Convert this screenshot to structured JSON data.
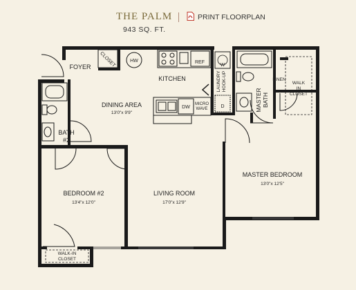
{
  "header": {
    "title": "THE PALM",
    "print_label": "PRINT FLOORPLAN",
    "sqft": "943 SQ. FT."
  },
  "rooms": {
    "foyer": "FOYER",
    "closet": "CLOSET",
    "kitchen": "KITCHEN",
    "dining": {
      "name": "DINING AREA",
      "dims": "13'0\"x 9'9\""
    },
    "bath2": {
      "line1": "BATH",
      "line2": "#2"
    },
    "bedroom2": {
      "name": "BEDROOM #2",
      "dims": "13'4\"x 12'0\""
    },
    "living": {
      "name": "LIVING ROOM",
      "dims": "17'0\"x 12'9\""
    },
    "master": {
      "name": "MASTER BEDROOM",
      "dims": "13'0\"x 12'5\""
    },
    "master_bath": {
      "line1": "MASTER",
      "line2": "BATH"
    },
    "linen": "LINEN",
    "walkin_master": {
      "line1": "WALK",
      "line2": "IN",
      "line3": "CLOSET"
    },
    "walkin_bed2": {
      "line1": "WALK-IN",
      "line2": "CLOSET"
    },
    "laundry": {
      "line1": "LAUNDRY",
      "line2": "HOOK-UP"
    }
  },
  "fixtures": {
    "hw": "HW",
    "ref": "REF",
    "dw": "DW",
    "micro": {
      "line1": "MICRO",
      "line2": "WAVE"
    },
    "washer": "W",
    "dryer": "D"
  },
  "colors": {
    "background": "#f6f1e4",
    "title": "#7a6a3a",
    "wall": "#1a1a1a",
    "pdf": "#c0392b"
  }
}
